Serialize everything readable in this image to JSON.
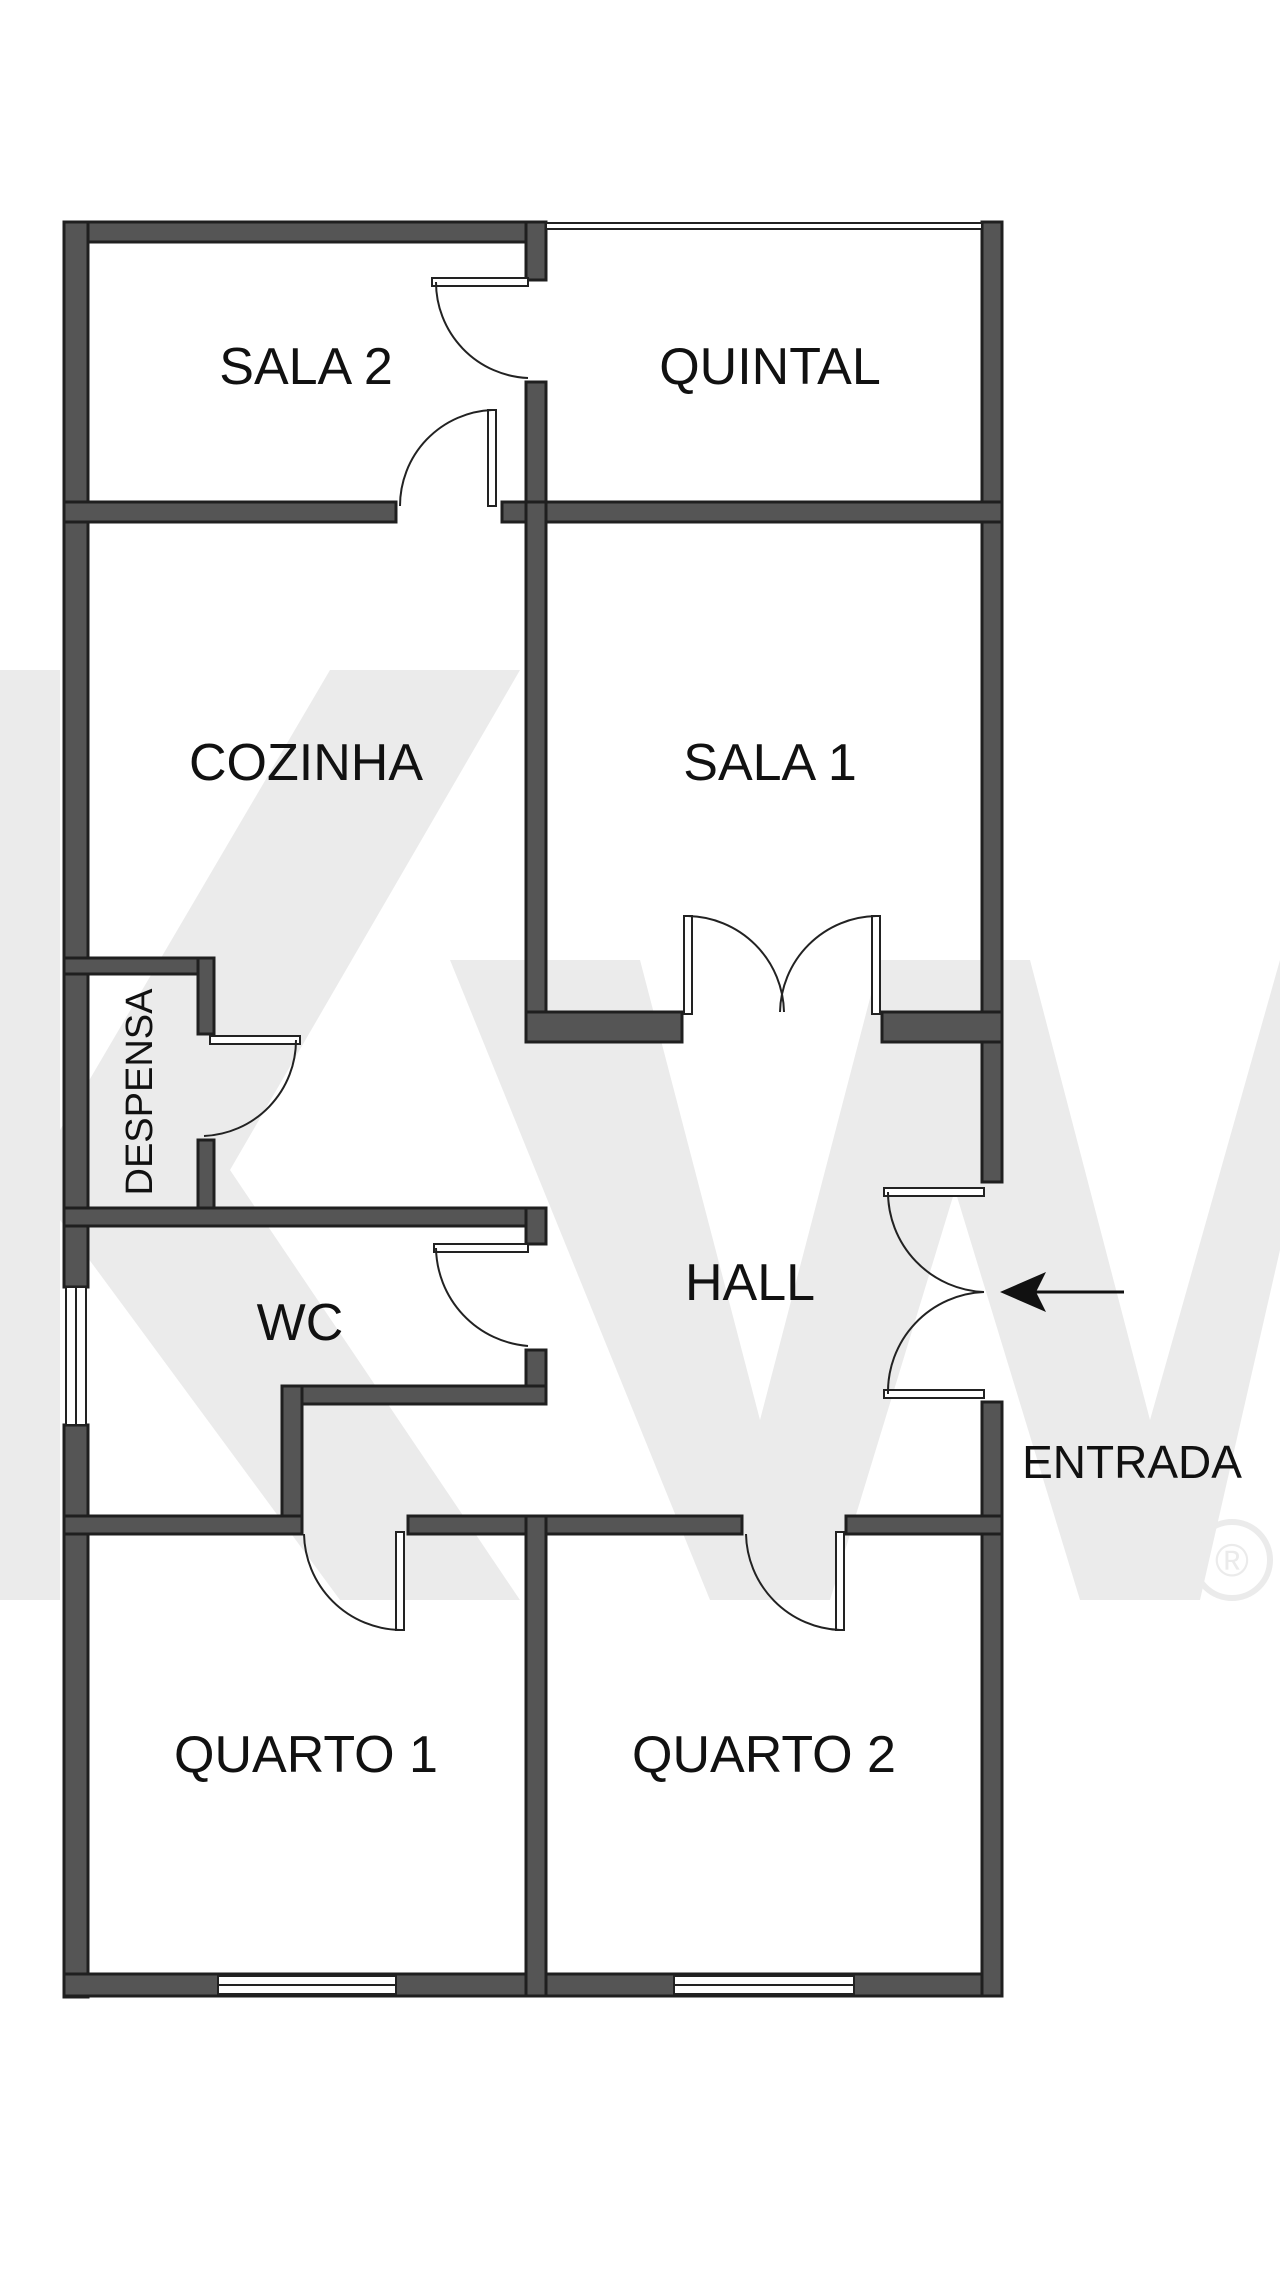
{
  "rooms": {
    "sala2": "SALA 2",
    "quintal": "QUINTAL",
    "cozinha": "COZINHA",
    "sala1": "SALA 1",
    "despensa": "DESPENSA",
    "wc": "WC",
    "hall": "HALL",
    "quarto1": "QUARTO 1",
    "quarto2": "QUARTO 2"
  },
  "entrance_label": "ENTRADA",
  "watermark": {
    "text": "KW",
    "registered_mark": "®",
    "color": "#ebebeb"
  },
  "colors": {
    "wall_fill": "#555555",
    "wall_stroke": "#1f1f1f",
    "background": "#ffffff"
  }
}
